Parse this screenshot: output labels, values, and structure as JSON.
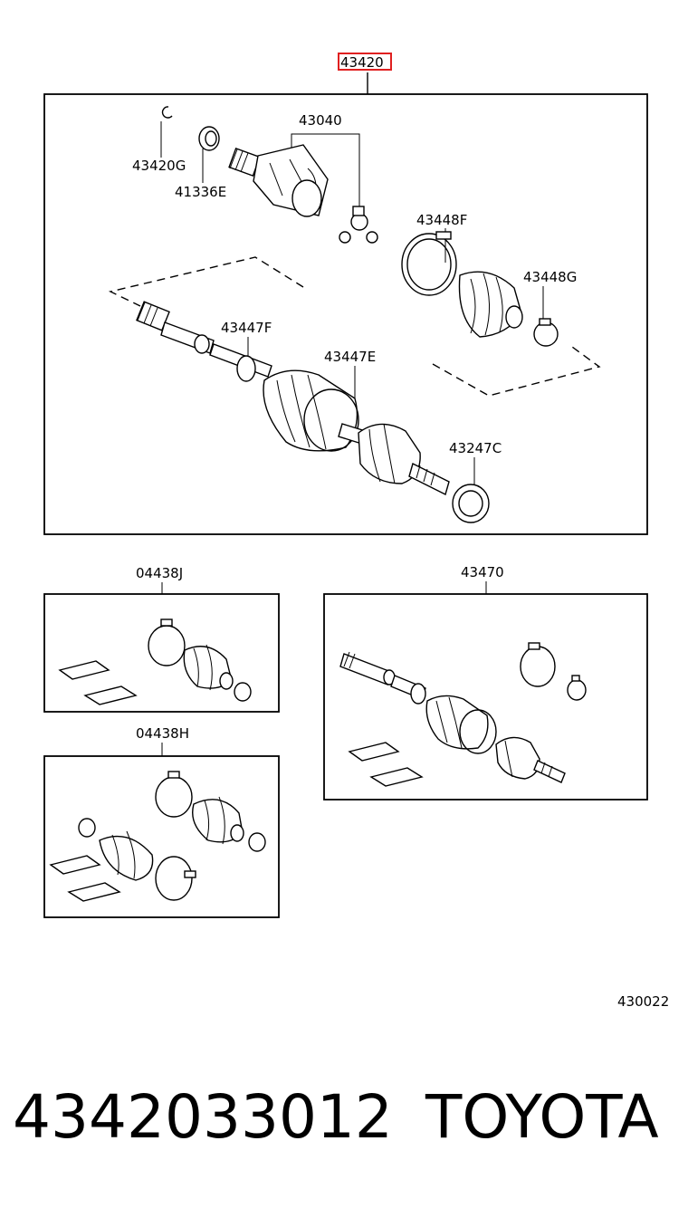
{
  "diagram": {
    "main_assembly": {
      "part_no": "43420",
      "callouts": [
        "43420G",
        "41336E",
        "43040",
        "43448F",
        "43448G",
        "43447F",
        "43447E",
        "43247C"
      ]
    },
    "kits": [
      {
        "part_no": "04438J"
      },
      {
        "part_no": "04438H"
      },
      {
        "part_no": "43470"
      }
    ],
    "figure_code": "430022"
  },
  "caption": {
    "part_number": "4342033012",
    "brand": "TOYOTA"
  },
  "colors": {
    "highlight_box": "#e02020",
    "ink": "#000000"
  }
}
